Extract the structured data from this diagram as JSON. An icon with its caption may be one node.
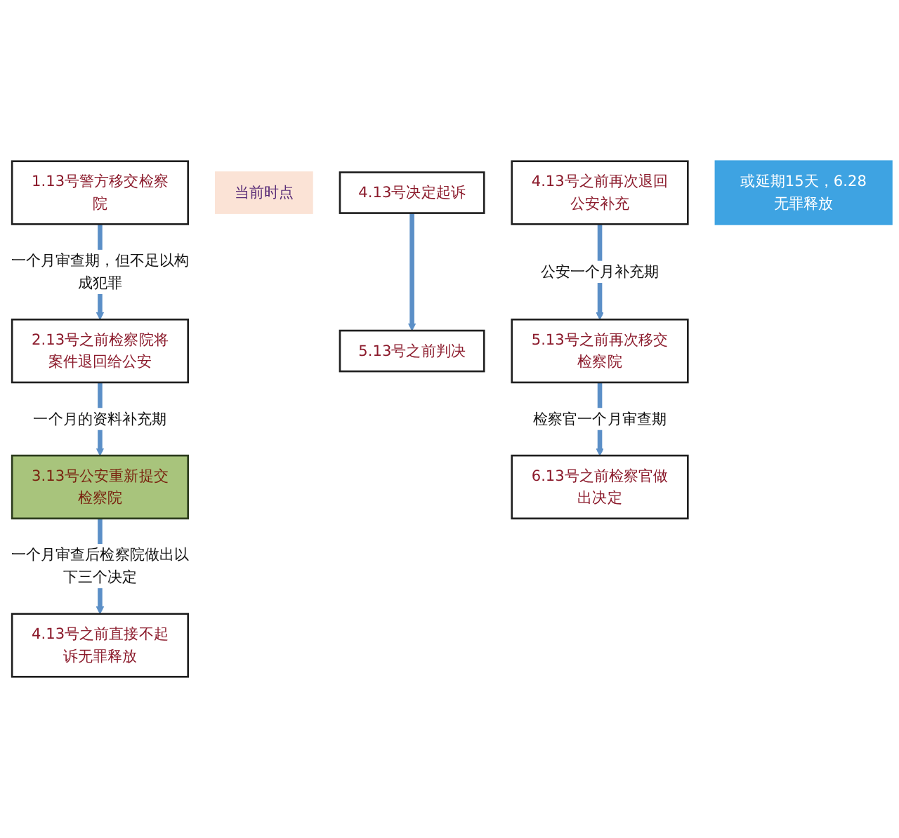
{
  "diagram": {
    "nodes": [
      {
        "text": [
          "1.13号警方移交检察院"
        ]
      },
      {
        "text": [
          "2.13号之前检察院将案件退回给公安"
        ]
      },
      {
        "text": [
          "3.13号公安重新提交检察院"
        ]
      },
      {
        "text": [
          "当前时点"
        ]
      },
      {
        "text": [
          "4.13号决定起诉"
        ]
      },
      {
        "text": [
          "4.13号之前直接不起诉无罪释放"
        ]
      },
      {
        "text": [
          "4.13号之前再次退回公安补充"
        ]
      },
      {
        "text": [
          "5.13号之前判决"
        ]
      },
      {
        "text": [
          "5.13号之前再次移交检察院"
        ]
      },
      {
        "text": [
          "或延期15天，6.28无罪释放"
        ]
      },
      {
        "text": [
          "6.13号之前检察官做出决定"
        ]
      }
    ],
    "edges": [
      {
        "from": 0,
        "to": 1,
        "arrow": "to",
        "label": "一个月审查期，但不足以构成犯罪"
      },
      {
        "from": 1,
        "to": 2,
        "arrow": "to",
        "label": "一个月的资料补充期"
      },
      {
        "from": 2,
        "to": 5,
        "arrow": "to",
        "label": "一个月审查后检察院做出以下三个决定"
      },
      {
        "from": 4,
        "to": 7,
        "arrow": "to"
      },
      {
        "from": 6,
        "to": 8,
        "arrow": "to",
        "label": "公安一个月补充期"
      },
      {
        "from": 8,
        "to": 10,
        "arrow": "to",
        "label": "检察官一个月审查期"
      }
    ]
  }
}
